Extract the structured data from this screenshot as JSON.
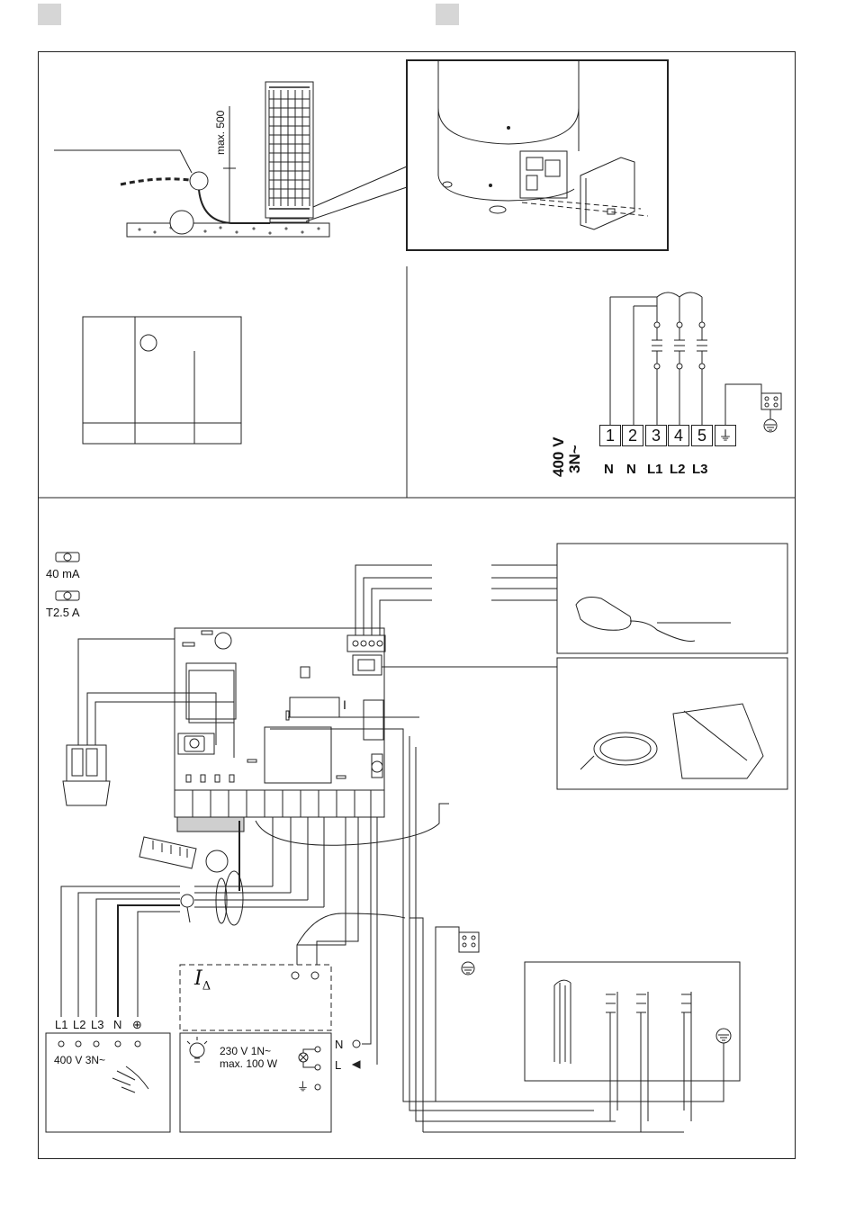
{
  "top_section": {
    "clearance_label": "max. 500"
  },
  "terminal_block": {
    "voltage": "400 V",
    "phase": "3N~",
    "terminals": [
      {
        "number": "1",
        "label": "N"
      },
      {
        "number": "2",
        "label": "N"
      },
      {
        "number": "3",
        "label": "L1"
      },
      {
        "number": "4",
        "label": "L2"
      },
      {
        "number": "5",
        "label": "L3"
      }
    ],
    "earth_symbol": "⏚"
  },
  "wiring_section": {
    "fuses": [
      {
        "rating": "40 mA"
      },
      {
        "rating": "T2.5 A"
      }
    ],
    "board_marker": "I",
    "supply_terminals": [
      {
        "label": "L1"
      },
      {
        "label": "L2"
      },
      {
        "label": "L3"
      },
      {
        "label": "N"
      },
      {
        "label": "⊕"
      }
    ],
    "supply_label": "400 V 3N~",
    "rcd_symbol": "I",
    "rcd_subscript": "Δ",
    "lamp_spec_line1": "230 V 1N~",
    "lamp_spec_line2": "max. 100 W",
    "lamp_terminal_n": "N",
    "lamp_terminal_l": "L",
    "earth_symbol": "⏚"
  }
}
